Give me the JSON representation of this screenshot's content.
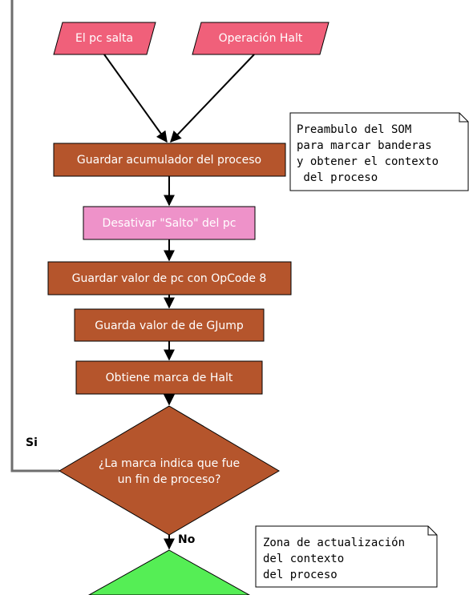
{
  "colors": {
    "process_fill": "#b5552c",
    "io_fill": "#f0607a",
    "highlight_fill": "#ee92c9",
    "end_fill": "#55ee55",
    "loop_line": "#6e6e6e"
  },
  "inputs": {
    "pc_jump": "El pc salta",
    "halt_op": "Operación Halt"
  },
  "steps": {
    "save_acc": "Guardar acumulador del proceso",
    "disable_jump": "Desativar \"Salto\" del pc",
    "save_pc": "Guardar valor de pc con OpCode 8",
    "save_gjump": "Guarda valor de de GJump",
    "get_halt": "Obtiene marca de Halt"
  },
  "decision": {
    "line1": "¿La marca indica que fue",
    "line2": "un fin de proceso?",
    "yes_label": "Si",
    "no_label": "No"
  },
  "notes": {
    "preamble": [
      "Preambulo del SOM",
      "para marcar banderas",
      "y obtener el contexto",
      " del proceso"
    ],
    "update_zone": [
      "Zona de actualización",
      "del contexto",
      "del proceso"
    ]
  }
}
